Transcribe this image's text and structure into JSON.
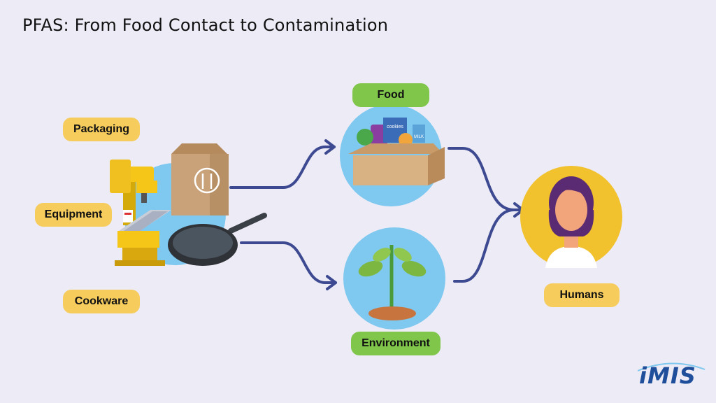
{
  "title": "PFAS: From Food Contact to Contamination",
  "labels": {
    "packaging": "Packaging",
    "equipment": "Equipment",
    "cookware": "Cookware",
    "food": "Food",
    "environment": "Environment",
    "humans": "Humans"
  },
  "box_labels": {
    "cookies": "cookies",
    "milk": "MILK"
  },
  "logo": "iMIS",
  "colors": {
    "background": "#ecebf6",
    "arrow": "#3d4a91",
    "source_pill": "#f6cc5d",
    "stage_pill": "#7fc64a",
    "stage_circle": "#7fc8ef",
    "human_circle": "#f2c12e",
    "logo": "#1f4f9a"
  }
}
